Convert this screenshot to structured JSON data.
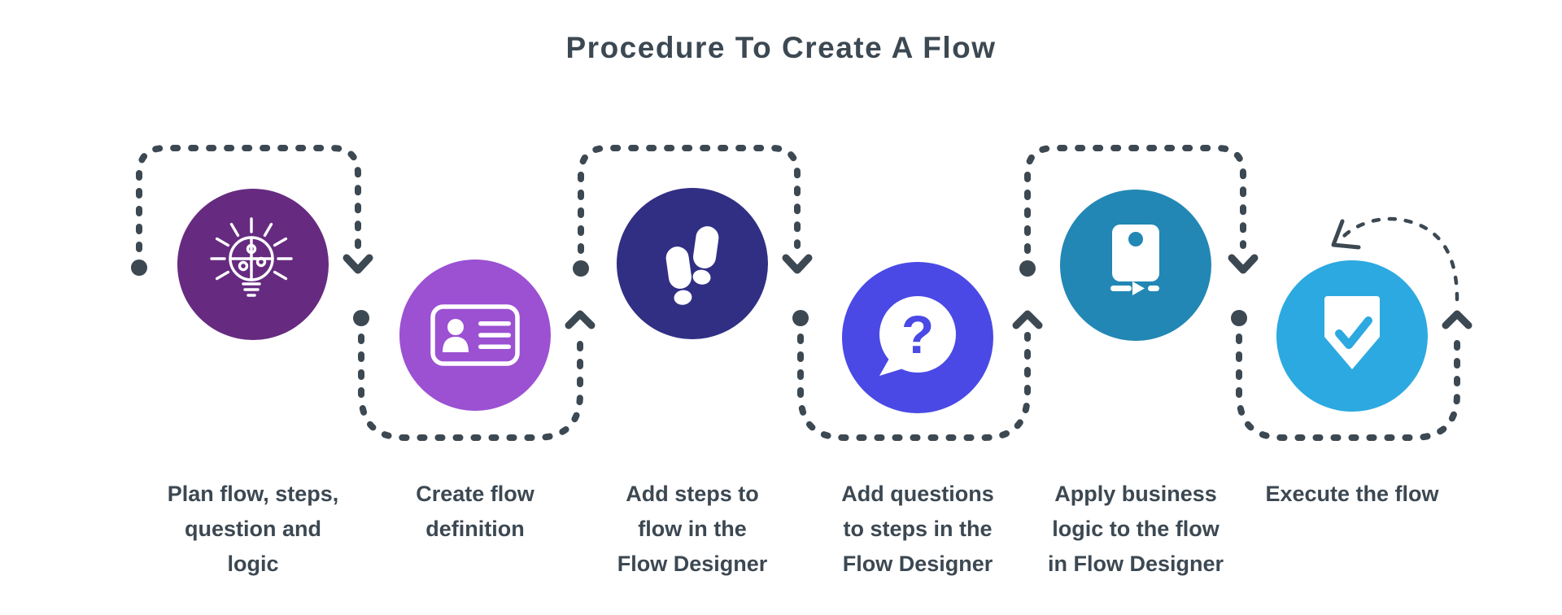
{
  "title": "Procedure To Create A Flow",
  "colors": {
    "background": "#FFFFFF",
    "ink": "#3C4852"
  },
  "steps": [
    {
      "name": "plan-flow",
      "icon": "idea-puzzle-bulb-icon",
      "color": "#662B80",
      "label": "Plan flow, steps, question and logic",
      "lines": [
        "Plan flow, steps,",
        "question and",
        "logic"
      ]
    },
    {
      "name": "create-flow-definition",
      "icon": "id-card-icon",
      "color": "#9B51D2",
      "label": "Create flow definition",
      "lines": [
        "Create flow",
        "definition"
      ]
    },
    {
      "name": "add-steps",
      "icon": "footsteps-icon",
      "color": "#312F84",
      "label": "Add steps to flow in the Flow Designer",
      "lines": [
        "Add steps to",
        "flow in the",
        "Flow Designer"
      ]
    },
    {
      "name": "add-questions",
      "icon": "question-bubble-icon",
      "color": "#4A49E5",
      "glyph": "?",
      "label": "Add questions to steps in the Flow Designer",
      "lines": [
        "Add questions",
        "to steps in the",
        "Flow Designer"
      ]
    },
    {
      "name": "apply-business-logic",
      "icon": "device-logic-icon",
      "color": "#2287B4",
      "label": "Apply business logic to the flow in Flow Designer",
      "lines": [
        "Apply business",
        "logic to the flow",
        "in Flow Designer"
      ]
    },
    {
      "name": "execute-flow",
      "icon": "shield-check-icon",
      "color": "#2CA9E0",
      "label": "Execute the flow",
      "lines": [
        "Execute the flow"
      ]
    }
  ]
}
